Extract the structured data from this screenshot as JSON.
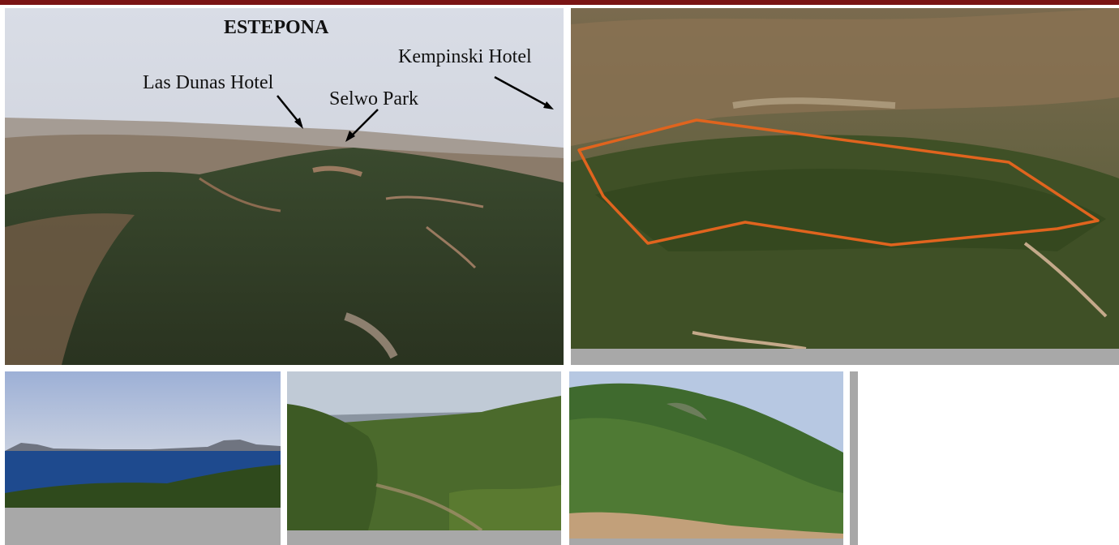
{
  "photos": {
    "aerial_estepona": {
      "title": "ESTEPONA",
      "labels": {
        "kempinski": "Kempinski Hotel",
        "las_dunas": "Las Dunas Hotel",
        "selwo": "Selwo Park"
      }
    }
  },
  "colors": {
    "top_bar": "#7a1414",
    "outline": "#e0641e",
    "placeholder_grey": "#a8a8a8"
  }
}
